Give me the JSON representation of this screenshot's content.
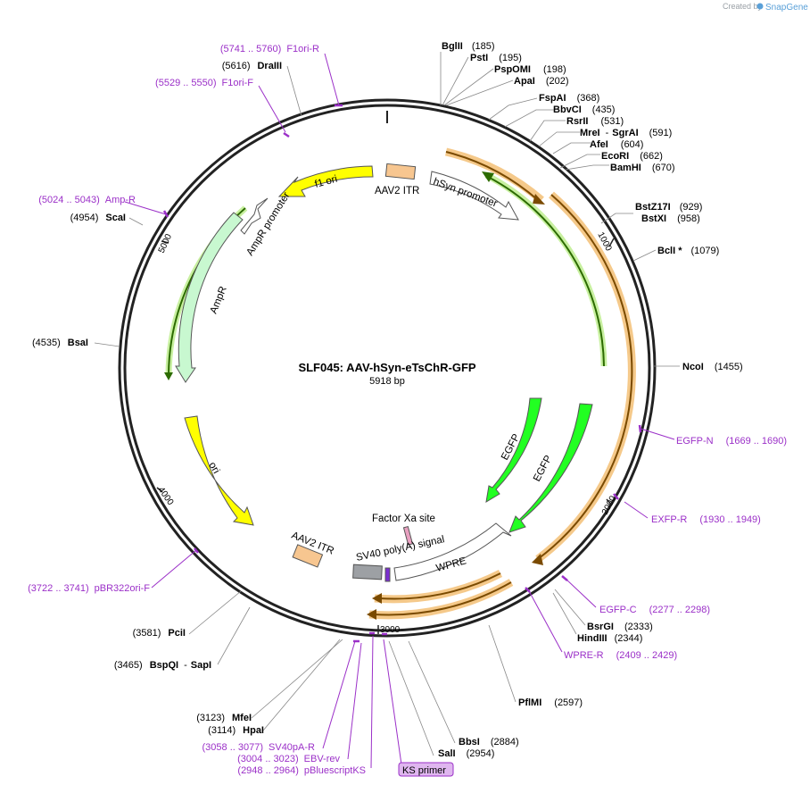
{
  "title": "SLF045: AAV-hSyn-eTsChR-GFP",
  "length": "5918 bp",
  "credit": {
    "created_by": "Created by",
    "brand": "SnapGene"
  },
  "colors": {
    "yellow": "#ffff00",
    "green": "#22ff22",
    "orange": "#f7c690",
    "amp": "#c8f8d0",
    "gray": "#9da0a4",
    "primer": "#9b30c8",
    "highlight": "#f5c98a"
  },
  "ticks": {
    "t1000": "1000",
    "t2000": "2000",
    "t3000": "3000",
    "t4000": "4000",
    "t5000": "5000"
  },
  "sites": {
    "bglii": {
      "name": "BglII",
      "pos": "(185)"
    },
    "psti": {
      "name": "PstI",
      "pos": "(195)"
    },
    "pspomi": {
      "name": "PspOMI",
      "pos": "(198)"
    },
    "apai": {
      "name": "ApaI",
      "pos": "(202)"
    },
    "fspai": {
      "name": "FspAI",
      "pos": "(368)"
    },
    "bbvci": {
      "name": "BbvCI",
      "pos": "(435)"
    },
    "rsrii": {
      "name": "RsrII",
      "pos": "(531)"
    },
    "mrei": {
      "name": "MreI",
      "sep": "-",
      "name2": "SgrAI",
      "pos": "(591)"
    },
    "afei": {
      "name": "AfeI",
      "pos": "(604)"
    },
    "ecori": {
      "name": "EcoRI",
      "pos": "(662)"
    },
    "bamhi": {
      "name": "BamHI",
      "pos": "(670)"
    },
    "bstz17i": {
      "name": "BstZ17I",
      "pos": "(929)"
    },
    "bstxi": {
      "name": "BstXI",
      "pos": "(958)"
    },
    "bcli": {
      "name": "BclI *",
      "pos": "(1079)"
    },
    "ncoi": {
      "name": "NcoI",
      "pos": "(1455)"
    },
    "bsrgi": {
      "name": "BsrGI",
      "pos": "(2333)"
    },
    "hindiii": {
      "name": "HindIII",
      "pos": "(2344)"
    },
    "pflmi": {
      "name": "PflMI",
      "pos": "(2597)"
    },
    "bbsi": {
      "name": "BbsI",
      "pos": "(2884)"
    },
    "sali": {
      "name": "SalI",
      "pos": "(2954)"
    },
    "mfei": {
      "name": "MfeI",
      "pos": "(3123)"
    },
    "hpai": {
      "name": "HpaI",
      "pos": "(3114)"
    },
    "bspqi": {
      "name": "BspQI",
      "sep": "-",
      "name2": "SapI",
      "pos": "(3465)"
    },
    "pcii": {
      "name": "PciI",
      "pos": "(3581)"
    },
    "bsai": {
      "name": "BsaI",
      "pos": "(4535)"
    },
    "scai": {
      "name": "ScaI",
      "pos": "(4954)"
    },
    "draiii": {
      "name": "DraIII",
      "pos": "(5616)"
    }
  },
  "primers": {
    "f1orir": {
      "range": "(5741 .. 5760)",
      "name": "F1ori-R"
    },
    "f1orif": {
      "range": "(5529 .. 5550)",
      "name": "F1ori-F"
    },
    "ampr": {
      "range": "(5024 .. 5043)",
      "name": "Amp-R"
    },
    "egfpn": {
      "name": "EGFP-N",
      "range": "(1669 .. 1690)"
    },
    "exfpr": {
      "name": "EXFP-R",
      "range": "(1930 .. 1949)"
    },
    "egfpc": {
      "name": "EGFP-C",
      "range": "(2277 .. 2298)"
    },
    "wprer": {
      "name": "WPRE-R",
      "range": "(2409 .. 2429)"
    },
    "pbr322": {
      "range": "(3722 .. 3741)",
      "name": "pBR322ori-F"
    },
    "sv40par": {
      "range": "(3058 .. 3077)",
      "name": "SV40pA-R"
    },
    "ebvrev": {
      "range": "(3004 .. 3023)",
      "name": "EBV-rev"
    },
    "pbluescript": {
      "range": "(2948 .. 2964)",
      "name": "pBluescriptKS"
    },
    "ksprimer": {
      "name": "KS primer"
    }
  },
  "features": {
    "f1ori": "f1 ori",
    "aav2itr_top": "AAV2 ITR",
    "hsyn": "hSyn promoter",
    "amprpromoter": "AmpR promoter",
    "ampr": "AmpR",
    "ori": "ori",
    "egfp1": "EGFP",
    "egfp2": "EGFP",
    "factorxa": "Factor Xa site",
    "aav2itr_bottom": "AAV2 ITR",
    "sv40": "SV40 poly(A) signal",
    "wpre": "WPRE"
  }
}
